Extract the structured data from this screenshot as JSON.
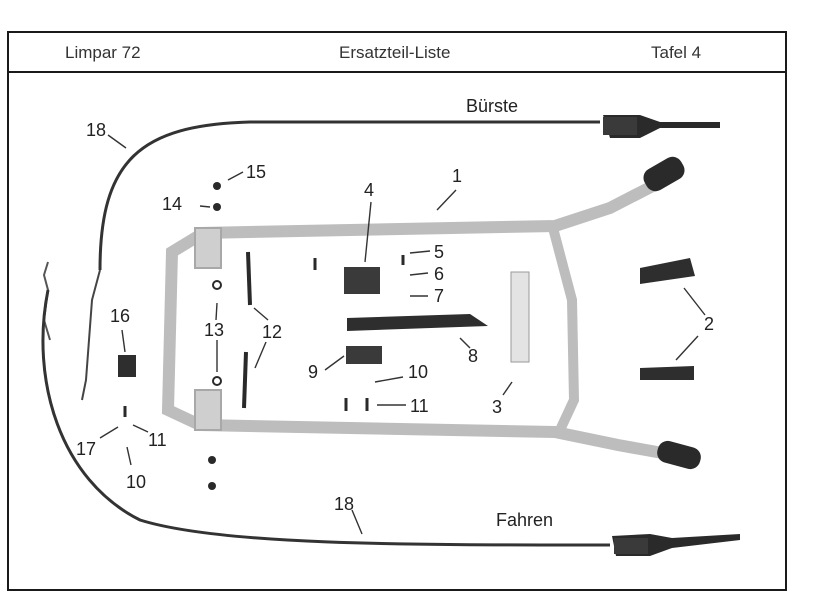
{
  "header": {
    "model": "Limpar 72",
    "title": "Ersatzteil-Liste",
    "plate": "Tafel 4"
  },
  "captions": {
    "brush_cable": "Bürste",
    "drive_cable": "Fahren"
  },
  "callouts": {
    "c1": "1",
    "c2": "2",
    "c3": "3",
    "c4": "4",
    "c5": "5",
    "c6": "6",
    "c7": "7",
    "c8": "8",
    "c9": "9",
    "c10a": "10",
    "c10b": "10",
    "c11a": "11",
    "c11b": "11",
    "c12": "12",
    "c13": "13",
    "c14": "14",
    "c15": "15",
    "c16": "16",
    "c17": "17",
    "c18a": "18",
    "c18b": "18"
  }
}
